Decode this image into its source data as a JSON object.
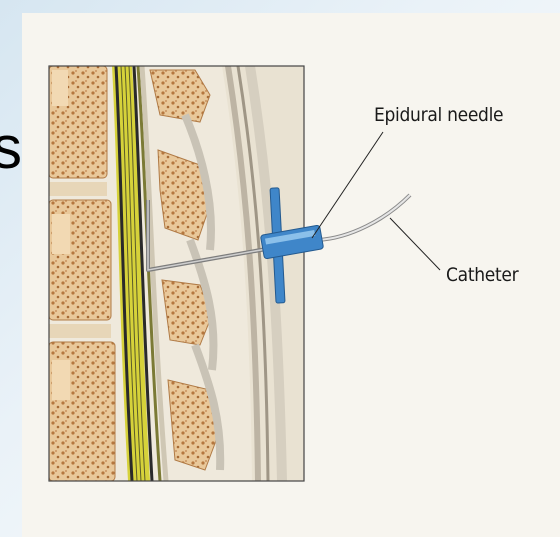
{
  "slide": {
    "edge_letter": "s"
  },
  "labels": {
    "epidural_needle": "Epidural needle",
    "catheter": "Catheter"
  },
  "colors": {
    "bone": "#e8c496",
    "bone_dark": "#c98a4a",
    "cord_yellow": "#d6d23a",
    "dura": "#2a2a2a",
    "ligament": "#d9d5cc",
    "needle_hub": "#3f86c9"
  }
}
